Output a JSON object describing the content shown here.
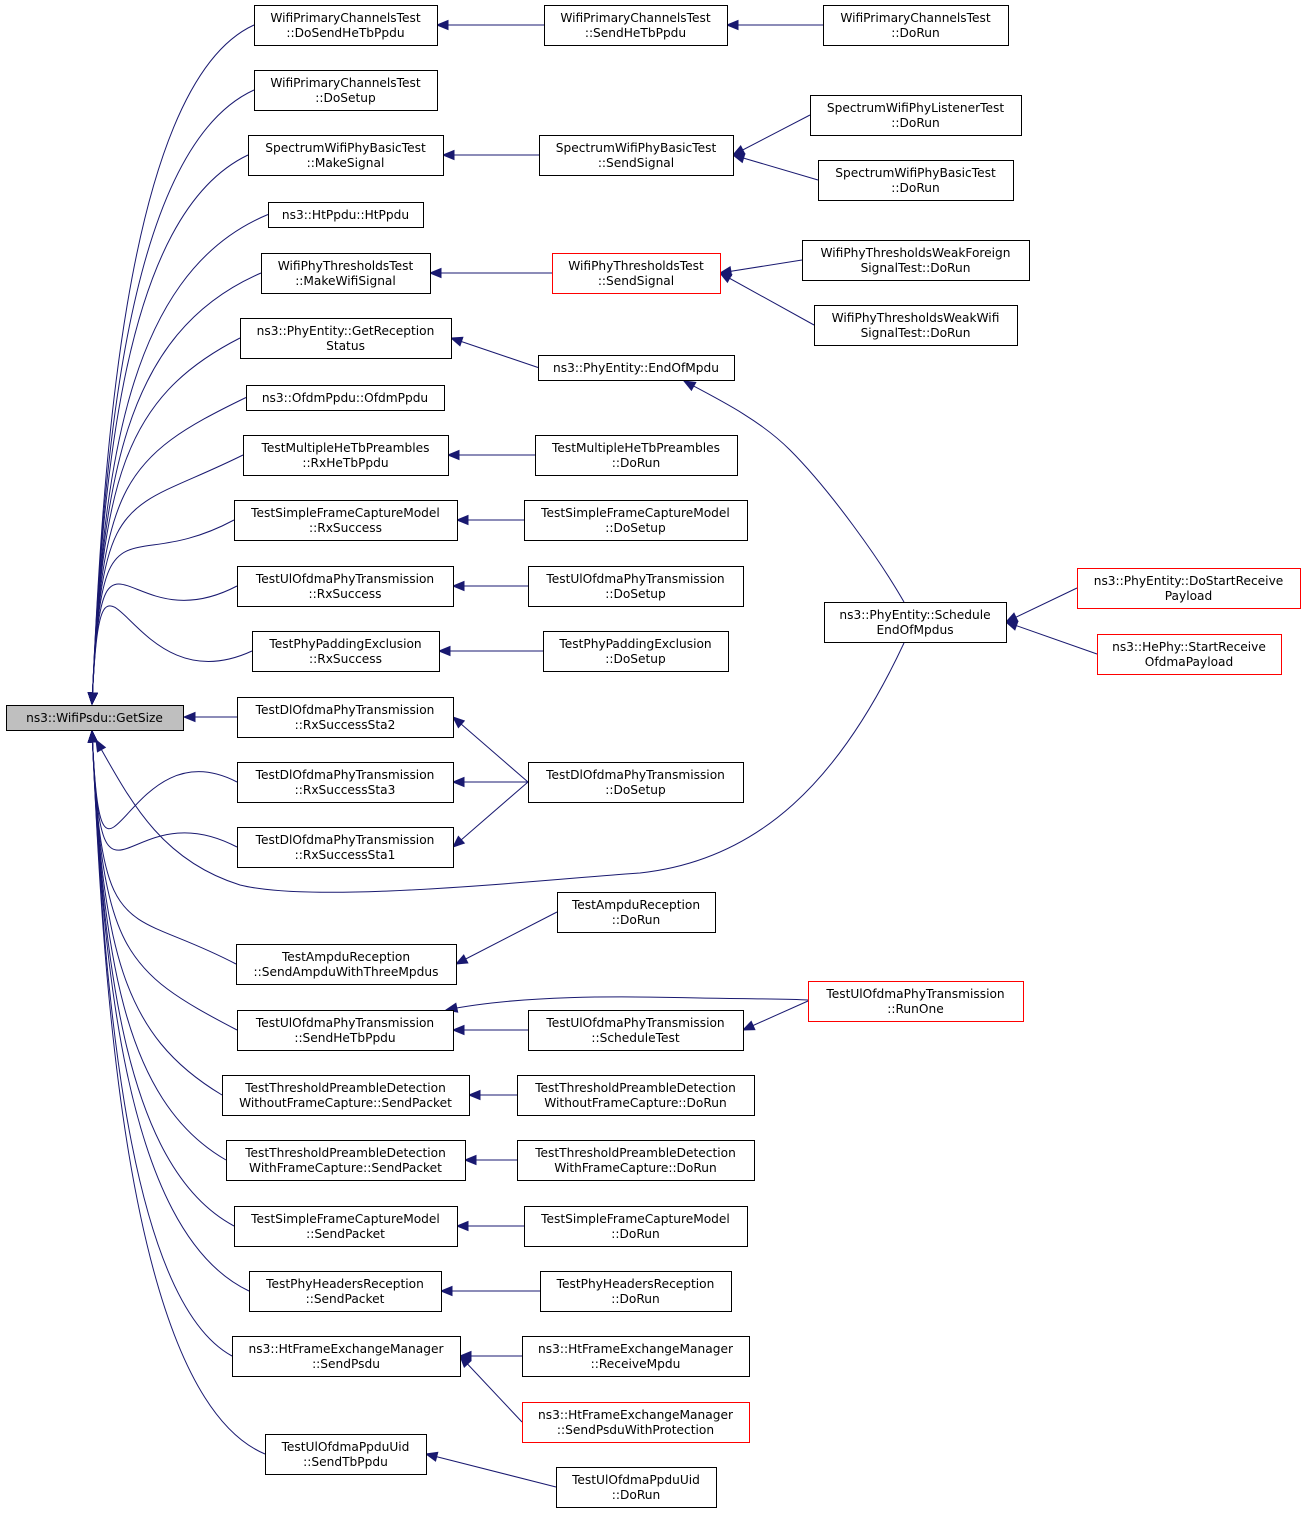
{
  "diagram": {
    "type": "call-graph",
    "colors": {
      "edge": "#191970",
      "node_border": "#000000",
      "node_border_truncated": "#ff0000",
      "root_fill": "#bfbfbf"
    },
    "nodes": [
      {
        "id": "root",
        "lines": [
          "ns3::WifiPsdu::GetSize"
        ],
        "style": "root"
      },
      {
        "id": "wpc_dosend",
        "lines": [
          "WifiPrimaryChannelsTest",
          "::DoSendHeTbPpdu"
        ]
      },
      {
        "id": "wpc_dosetup",
        "lines": [
          "WifiPrimaryChannelsTest",
          "::DoSetup"
        ]
      },
      {
        "id": "swpb_make",
        "lines": [
          "SpectrumWifiPhyBasicTest",
          "::MakeSignal"
        ]
      },
      {
        "id": "htppdu",
        "lines": [
          "ns3::HtPpdu::HtPpdu"
        ]
      },
      {
        "id": "wpt_make",
        "lines": [
          "WifiPhyThresholdsTest",
          "::MakeWifiSignal"
        ]
      },
      {
        "id": "pe_getrx",
        "lines": [
          "ns3::PhyEntity::GetReception",
          "Status"
        ]
      },
      {
        "id": "ofdmppdu",
        "lines": [
          "ns3::OfdmPpdu::OfdmPpdu"
        ]
      },
      {
        "id": "tmhe_rx",
        "lines": [
          "TestMultipleHeTbPreambles",
          "::RxHeTbPpdu"
        ]
      },
      {
        "id": "tsfc_rx",
        "lines": [
          "TestSimpleFrameCaptureModel",
          "::RxSuccess"
        ]
      },
      {
        "id": "tul_rx",
        "lines": [
          "TestUlOfdmaPhyTransmission",
          "::RxSuccess"
        ]
      },
      {
        "id": "tpp_rx",
        "lines": [
          "TestPhyPaddingExclusion",
          "::RxSuccess"
        ]
      },
      {
        "id": "tdl_rx2",
        "lines": [
          "TestDlOfdmaPhyTransmission",
          "::RxSuccessSta2"
        ]
      },
      {
        "id": "tdl_rx3",
        "lines": [
          "TestDlOfdmaPhyTransmission",
          "::RxSuccessSta3"
        ]
      },
      {
        "id": "tdl_rx1",
        "lines": [
          "TestDlOfdmaPhyTransmission",
          "::RxSuccessSta1"
        ]
      },
      {
        "id": "tar_send",
        "lines": [
          "TestAmpduReception",
          "::SendAmpduWithThreeMpdus"
        ]
      },
      {
        "id": "tul_send",
        "lines": [
          "TestUlOfdmaPhyTransmission",
          "::SendHeTbPpdu"
        ]
      },
      {
        "id": "ttpd_wo_send",
        "lines": [
          "TestThresholdPreambleDetection",
          "WithoutFrameCapture::SendPacket"
        ]
      },
      {
        "id": "ttpd_w_send",
        "lines": [
          "TestThresholdPreambleDetection",
          "WithFrameCapture::SendPacket"
        ]
      },
      {
        "id": "tsfc_send",
        "lines": [
          "TestSimpleFrameCaptureModel",
          "::SendPacket"
        ]
      },
      {
        "id": "tphr_send",
        "lines": [
          "TestPhyHeadersReception",
          "::SendPacket"
        ]
      },
      {
        "id": "htfem_send",
        "lines": [
          "ns3::HtFrameExchangeManager",
          "::SendPsdu"
        ]
      },
      {
        "id": "tulu_send",
        "lines": [
          "TestUlOfdmaPpduUid",
          "::SendTbPpdu"
        ]
      },
      {
        "id": "wpc_sendhe",
        "lines": [
          "WifiPrimaryChannelsTest",
          "::SendHeTbPpdu"
        ]
      },
      {
        "id": "swpb_sendsig",
        "lines": [
          "SpectrumWifiPhyBasicTest",
          "::SendSignal"
        ]
      },
      {
        "id": "wpt_sendsig",
        "lines": [
          "WifiPhyThresholdsTest",
          "::SendSignal"
        ],
        "style": "truncated"
      },
      {
        "id": "pe_endof",
        "lines": [
          "ns3::PhyEntity::EndOfMpdu"
        ]
      },
      {
        "id": "tmhe_dorun",
        "lines": [
          "TestMultipleHeTbPreambles",
          "::DoRun"
        ]
      },
      {
        "id": "tsfc_dosetup",
        "lines": [
          "TestSimpleFrameCaptureModel",
          "::DoSetup"
        ]
      },
      {
        "id": "tul_dosetup",
        "lines": [
          "TestUlOfdmaPhyTransmission",
          "::DoSetup"
        ]
      },
      {
        "id": "tpp_dosetup",
        "lines": [
          "TestPhyPaddingExclusion",
          "::DoSetup"
        ]
      },
      {
        "id": "tdl_dosetup",
        "lines": [
          "TestDlOfdmaPhyTransmission",
          "::DoSetup"
        ]
      },
      {
        "id": "tar_dorun",
        "lines": [
          "TestAmpduReception",
          "::DoRun"
        ]
      },
      {
        "id": "tul_sched",
        "lines": [
          "TestUlOfdmaPhyTransmission",
          "::ScheduleTest"
        ]
      },
      {
        "id": "ttpd_wo_dorun",
        "lines": [
          "TestThresholdPreambleDetection",
          "WithoutFrameCapture::DoRun"
        ]
      },
      {
        "id": "ttpd_w_dorun",
        "lines": [
          "TestThresholdPreambleDetection",
          "WithFrameCapture::DoRun"
        ]
      },
      {
        "id": "tsfc_dorun",
        "lines": [
          "TestSimpleFrameCaptureModel",
          "::DoRun"
        ]
      },
      {
        "id": "tphr_dorun",
        "lines": [
          "TestPhyHeadersReception",
          "::DoRun"
        ]
      },
      {
        "id": "htfem_recv",
        "lines": [
          "ns3::HtFrameExchangeManager",
          "::ReceiveMpdu"
        ]
      },
      {
        "id": "htfem_sendprot",
        "lines": [
          "ns3::HtFrameExchangeManager",
          "::SendPsduWithProtection"
        ],
        "style": "truncated"
      },
      {
        "id": "tulu_dorun",
        "lines": [
          "TestUlOfdmaPpduUid",
          "::DoRun"
        ]
      },
      {
        "id": "wpc_dorun",
        "lines": [
          "WifiPrimaryChannelsTest",
          "::DoRun"
        ]
      },
      {
        "id": "swpl_dorun",
        "lines": [
          "SpectrumWifiPhyListenerTest",
          "::DoRun"
        ]
      },
      {
        "id": "swpb_dorun",
        "lines": [
          "SpectrumWifiPhyBasicTest",
          "::DoRun"
        ]
      },
      {
        "id": "wptwf_dorun",
        "lines": [
          "WifiPhyThresholdsWeakForeign",
          "SignalTest::DoRun"
        ]
      },
      {
        "id": "wptww_dorun",
        "lines": [
          "WifiPhyThresholdsWeakWifi",
          "SignalTest::DoRun"
        ]
      },
      {
        "id": "pe_sched",
        "lines": [
          "ns3::PhyEntity::Schedule",
          "EndOfMpdus"
        ]
      },
      {
        "id": "tul_runone",
        "lines": [
          "TestUlOfdmaPhyTransmission",
          "::RunOne"
        ],
        "style": "truncated"
      },
      {
        "id": "pe_dostart",
        "lines": [
          "ns3::PhyEntity::DoStartReceive",
          "Payload"
        ],
        "style": "truncated"
      },
      {
        "id": "hephy_start",
        "lines": [
          "ns3::HePhy::StartReceive",
          "OfdmaPayload"
        ],
        "style": "truncated"
      }
    ],
    "edges": [
      [
        "root",
        "wpc_dosend"
      ],
      [
        "root",
        "wpc_dosetup"
      ],
      [
        "root",
        "swpb_make"
      ],
      [
        "root",
        "htppdu"
      ],
      [
        "root",
        "wpt_make"
      ],
      [
        "root",
        "pe_getrx"
      ],
      [
        "root",
        "ofdmppdu"
      ],
      [
        "root",
        "tmhe_rx"
      ],
      [
        "root",
        "tsfc_rx"
      ],
      [
        "root",
        "tul_rx"
      ],
      [
        "root",
        "tpp_rx"
      ],
      [
        "root",
        "tdl_rx2"
      ],
      [
        "root",
        "tdl_rx3"
      ],
      [
        "root",
        "tdl_rx1"
      ],
      [
        "root",
        "pe_sched"
      ],
      [
        "root",
        "tar_send"
      ],
      [
        "root",
        "tul_send"
      ],
      [
        "root",
        "ttpd_wo_send"
      ],
      [
        "root",
        "ttpd_w_send"
      ],
      [
        "root",
        "tsfc_send"
      ],
      [
        "root",
        "tphr_send"
      ],
      [
        "root",
        "htfem_send"
      ],
      [
        "root",
        "tulu_send"
      ],
      [
        "wpc_dosend",
        "wpc_sendhe"
      ],
      [
        "wpc_sendhe",
        "wpc_dorun"
      ],
      [
        "swpb_make",
        "swpb_sendsig"
      ],
      [
        "swpb_sendsig",
        "swpl_dorun"
      ],
      [
        "swpb_sendsig",
        "swpb_dorun"
      ],
      [
        "wpt_make",
        "wpt_sendsig"
      ],
      [
        "wpt_sendsig",
        "wptwf_dorun"
      ],
      [
        "wpt_sendsig",
        "wptww_dorun"
      ],
      [
        "pe_getrx",
        "pe_endof"
      ],
      [
        "pe_endof",
        "pe_sched"
      ],
      [
        "pe_sched",
        "pe_dostart"
      ],
      [
        "pe_sched",
        "hephy_start"
      ],
      [
        "tmhe_rx",
        "tmhe_dorun"
      ],
      [
        "tsfc_rx",
        "tsfc_dosetup"
      ],
      [
        "tul_rx",
        "tul_dosetup"
      ],
      [
        "tpp_rx",
        "tpp_dosetup"
      ],
      [
        "tdl_rx2",
        "tdl_dosetup"
      ],
      [
        "tdl_rx3",
        "tdl_dosetup"
      ],
      [
        "tdl_rx1",
        "tdl_dosetup"
      ],
      [
        "tar_send",
        "tar_dorun"
      ],
      [
        "tul_send",
        "tul_sched"
      ],
      [
        "tul_send",
        "tul_runone"
      ],
      [
        "tul_sched",
        "tul_runone"
      ],
      [
        "ttpd_wo_send",
        "ttpd_wo_dorun"
      ],
      [
        "ttpd_w_send",
        "ttpd_w_dorun"
      ],
      [
        "tsfc_send",
        "tsfc_dorun"
      ],
      [
        "tphr_send",
        "tphr_dorun"
      ],
      [
        "htfem_send",
        "htfem_recv"
      ],
      [
        "htfem_send",
        "htfem_sendprot"
      ],
      [
        "tulu_send",
        "tulu_dorun"
      ]
    ]
  }
}
